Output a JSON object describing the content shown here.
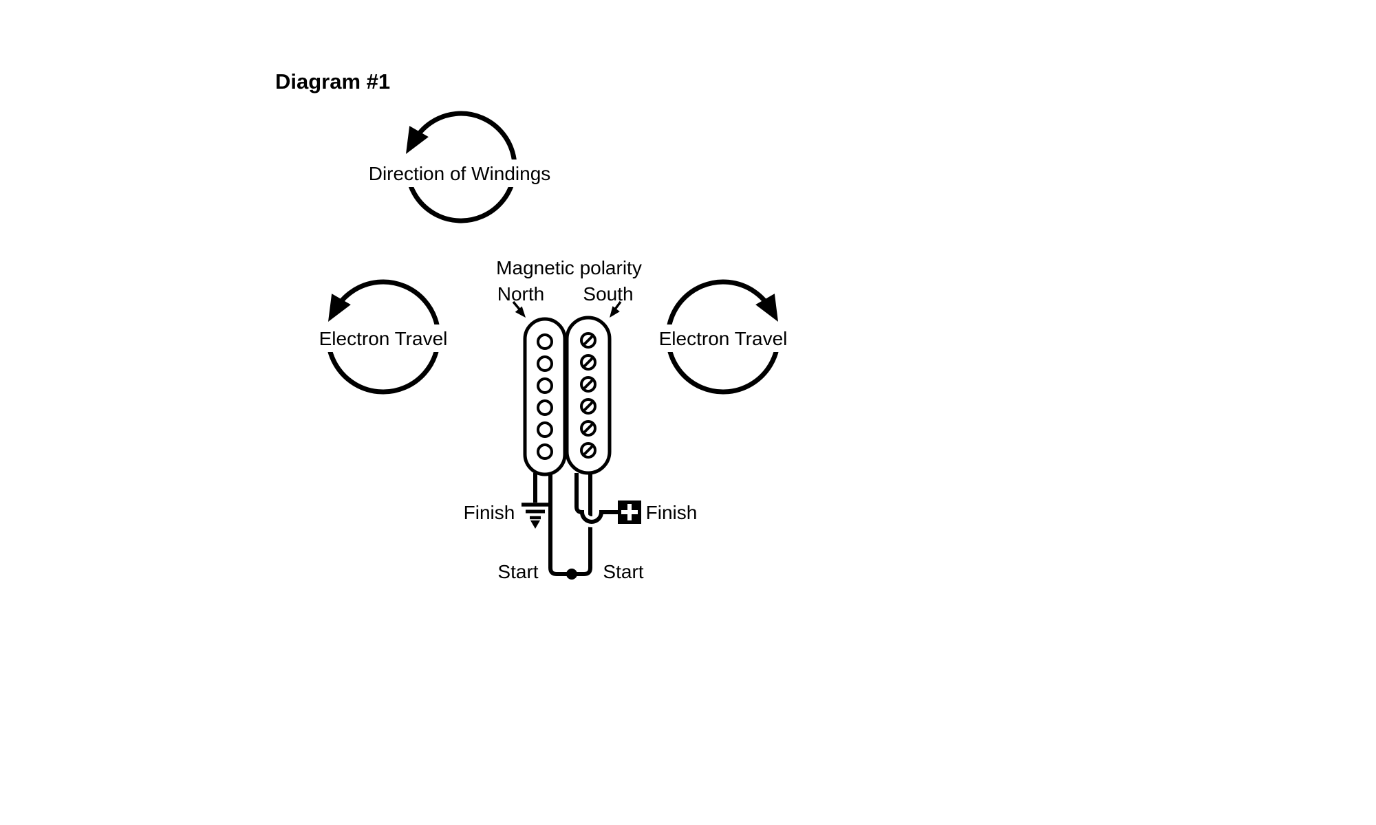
{
  "page": {
    "background": "#ffffff",
    "ink": "#000000"
  },
  "title": "Diagram #1",
  "labels": {
    "direction_of_windings": "Direction of Windings",
    "electron_travel_left": "Electron Travel",
    "electron_travel_right": "Electron Travel",
    "magnetic_polarity": "Magnetic polarity",
    "north": "North",
    "south": "South",
    "finish_left": "Finish",
    "finish_right": "Finish",
    "start_left": "Start",
    "start_right": "Start"
  },
  "icons": {
    "winding_direction_arrow": "circular-arrow-counterclockwise",
    "electron_travel_left_arrow": "circular-arrow-counterclockwise",
    "electron_travel_right_arrow": "circular-arrow-clockwise",
    "north_pointer": "small-arrow-down-right",
    "south_pointer": "small-arrow-down-left",
    "ground_symbol": "ground",
    "plus_terminal": "plus-in-black-square",
    "series_junction": "filled-dot"
  },
  "diagram": {
    "subject": "humbucker pickup coil winding and wiring",
    "coils": [
      {
        "position": "left",
        "magnetic_polarity": "North",
        "poles": 6,
        "pole_style": "plain-circles",
        "finish_connection": "ground",
        "start_connection": "series-junction"
      },
      {
        "position": "right",
        "magnetic_polarity": "South",
        "poles": 6,
        "pole_style": "slotted-screws",
        "finish_connection": "plus-terminal",
        "start_connection": "series-junction"
      }
    ]
  }
}
